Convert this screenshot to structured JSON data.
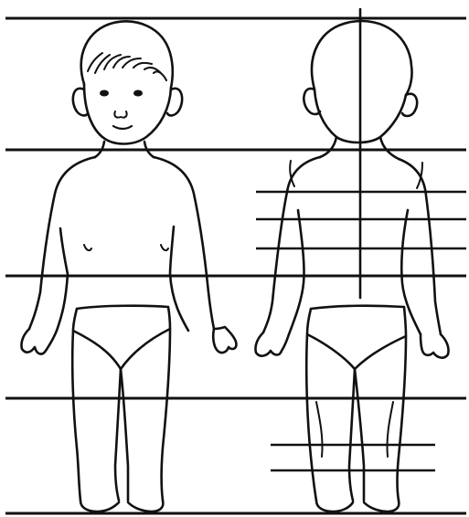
{
  "figure": {
    "views": [
      "front",
      "back"
    ],
    "horizontal_proportion_line_count": 5,
    "back_view_extra_guide_line_count": 5,
    "stroke_color": "#111111",
    "background_color": "#ffffff"
  }
}
